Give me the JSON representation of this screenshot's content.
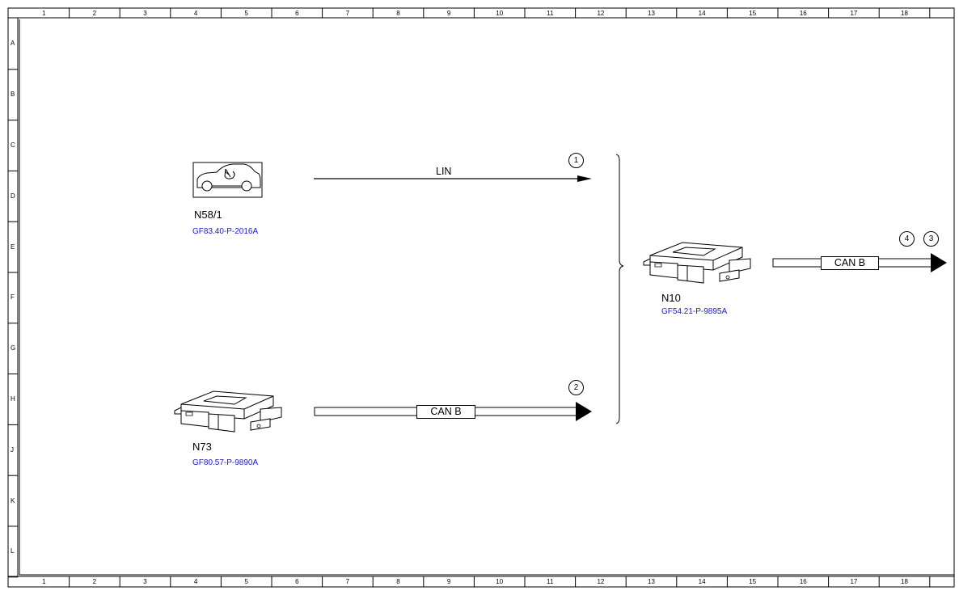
{
  "frame": {
    "columns": [
      "1",
      "2",
      "3",
      "4",
      "5",
      "6",
      "7",
      "8",
      "9",
      "10",
      "11",
      "12",
      "13",
      "14",
      "15",
      "16",
      "17",
      "18"
    ],
    "rows": [
      "A",
      "B",
      "C",
      "D",
      "E",
      "F",
      "G",
      "H",
      "J",
      "K",
      "L"
    ]
  },
  "components": {
    "n58_1": {
      "name": "N58/1",
      "ref": "GF83.40-P-2016A",
      "icon": "car-climate-icon"
    },
    "n73": {
      "name": "N73",
      "ref": "GF80.57-P-9890A",
      "icon": "control-unit-icon"
    },
    "n10": {
      "name": "N10",
      "ref": "GF54.21-P-9895A",
      "icon": "control-unit-icon"
    }
  },
  "signals": {
    "lin": {
      "label": "LIN",
      "badge": "1"
    },
    "can_in": {
      "label": "CAN B",
      "badge": "2"
    },
    "can_out": {
      "label": "CAN B",
      "badges": [
        "4",
        "3"
      ]
    }
  }
}
